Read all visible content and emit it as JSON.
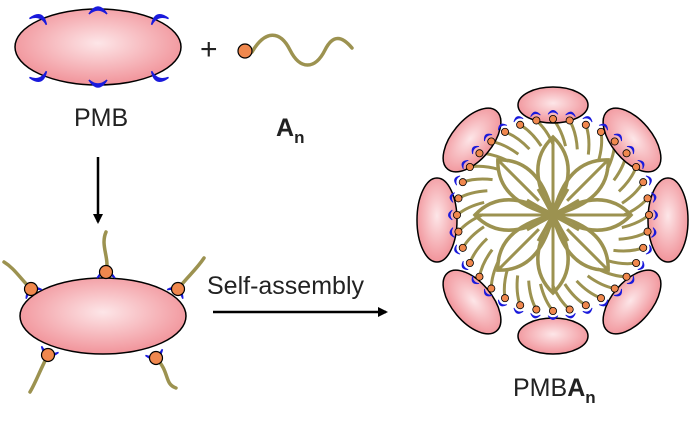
{
  "labels": {
    "pmb": "PMB",
    "monomer_main": "A",
    "monomer_sub": "n",
    "arrow_label": "Self-assembly",
    "product_prefix": "PMB",
    "product_bold": "A",
    "product_sub": "n"
  },
  "symbols": {
    "plus": "+"
  },
  "colors": {
    "ellipse_fill_center": "#fde6e8",
    "ellipse_fill_edge": "#f08c93",
    "ellipse_stroke": "#000000",
    "receptor": "#1a1adc",
    "bead": "#f0884e",
    "chain": "#9c9250",
    "arrow": "#000000"
  }
}
